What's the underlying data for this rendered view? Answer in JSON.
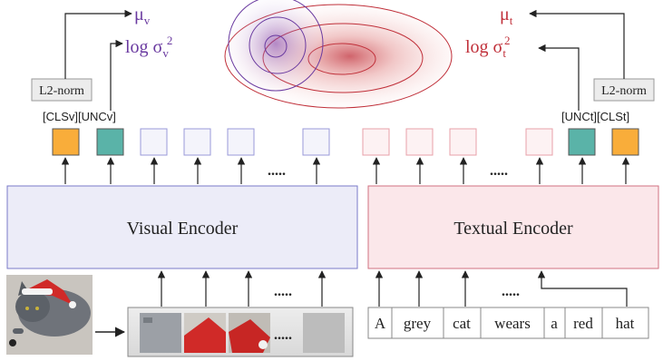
{
  "visual": {
    "encoder_label": "Visual Encoder",
    "l2norm_label": "L2-norm",
    "mu_label": "μ",
    "mu_sub": "v",
    "logsigma_label": "log σ",
    "logsigma_sub": "v",
    "logsigma_sup": "2",
    "cls_label": "[CLSv]",
    "unc_label": "[UNCv]",
    "token_ellipsis": ".....",
    "patch_ellipsis": ".....",
    "input_ellipsis": ".....",
    "image_objects": [
      "grey cat wearing a santa hat"
    ],
    "colors": {
      "cls": "#f9ad3a",
      "unc": "#5ab3a8",
      "accent": "#6a3aa0",
      "token_border": "#9a9ad8"
    }
  },
  "textual": {
    "encoder_label": "Textual Encoder",
    "l2norm_label": "L2-norm",
    "mu_label": "μ",
    "mu_sub": "t",
    "logsigma_label": "log σ",
    "logsigma_sub": "t",
    "logsigma_sup": "2",
    "cls_label": "[CLSt]",
    "unc_label": "[UNCt]",
    "token_ellipsis": ".....",
    "input_ellipsis": ".....",
    "words": [
      "A",
      "grey",
      "cat",
      "wears",
      "a",
      "red",
      "hat"
    ],
    "colors": {
      "cls": "#f9ad3a",
      "unc": "#5ab3a8",
      "accent": "#c0303a",
      "token_border": "#e8a0a8"
    }
  }
}
